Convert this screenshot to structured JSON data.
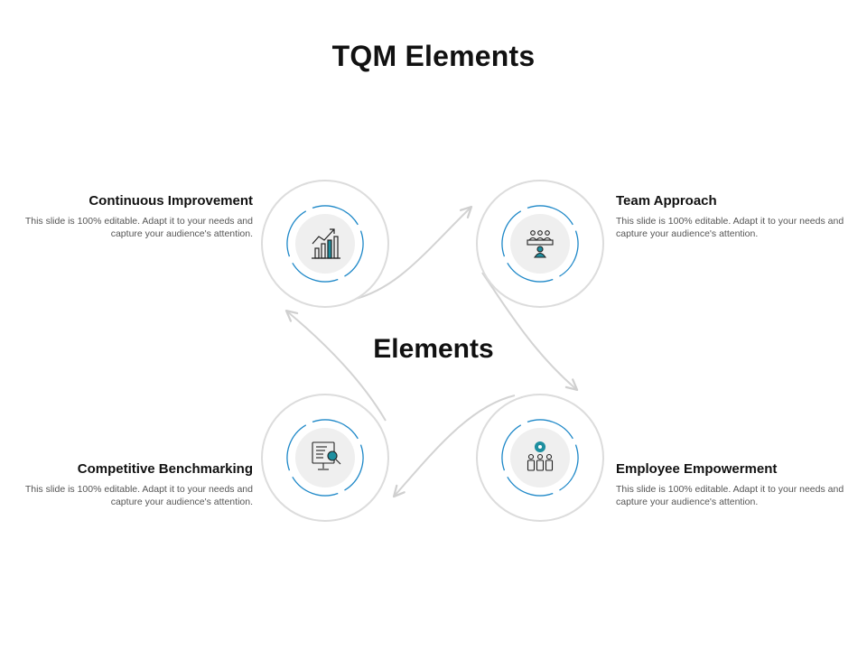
{
  "title": "TQM Elements",
  "center_label": "Elements",
  "colors": {
    "accent": "#1E88C8",
    "icon_teal": "#1E8FA0",
    "ring": "#DCDCDC",
    "icon_bg": "#EFEFEF",
    "arrow": "#D0D0D0"
  },
  "items": [
    {
      "heading": "Continuous Improvement",
      "body": "This slide is 100% editable. Adapt it to your needs and capture your audience's attention.",
      "icon": "growth-chart-icon"
    },
    {
      "heading": "Team Approach",
      "body": "This slide is 100% editable. Adapt it to your needs and capture your audience's attention.",
      "icon": "team-meeting-icon"
    },
    {
      "heading": "Competitive Benchmarking",
      "body": "This slide is 100% editable. Adapt it to your needs and capture your audience's attention.",
      "icon": "document-search-icon"
    },
    {
      "heading": "Employee Empowerment",
      "body": "This slide is 100% editable. Adapt it to your needs and capture your audience's attention.",
      "icon": "team-gear-icon"
    }
  ]
}
